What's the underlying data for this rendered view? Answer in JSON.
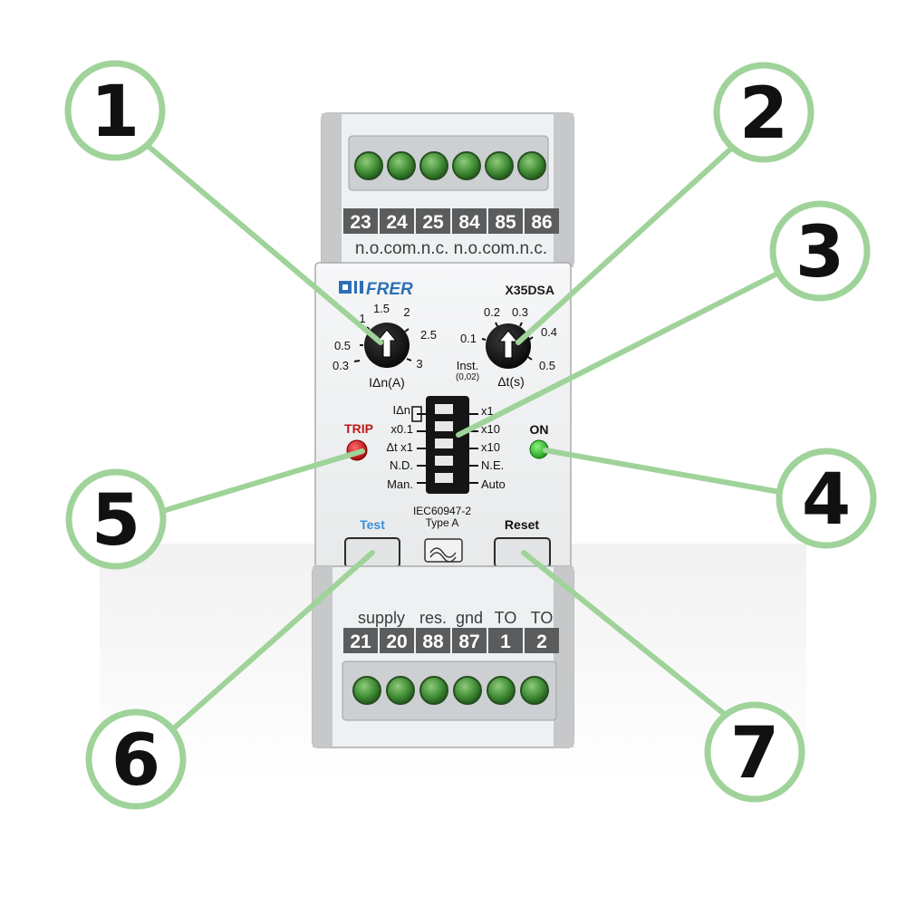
{
  "device": {
    "brand": "FRER",
    "model": "X35DSA",
    "top_terminals": [
      "23",
      "24",
      "25",
      "84",
      "85",
      "86"
    ],
    "top_terminal_labels": "n.o.com.n.c. n.o.com.n.c.",
    "bottom_terminal_labels": [
      "supply",
      "res.",
      "gnd",
      "TO",
      "TO"
    ],
    "bottom_terminals": [
      "21",
      "20",
      "88",
      "87",
      "1",
      "2"
    ],
    "current_dial": {
      "scale": [
        "1",
        "1.5",
        "2",
        "2.5",
        "3",
        "0.3",
        "0.5"
      ],
      "label": "IΔn(A)"
    },
    "time_dial": {
      "scale": [
        "0.2",
        "0.3",
        "0.4",
        "0.5",
        "0.1",
        "Inst.",
        "(0,02)"
      ],
      "label": "Δt(s)"
    },
    "dip_left": [
      "IΔn",
      "x0.1",
      "Δt x1",
      "N.D.",
      "Man."
    ],
    "dip_right": [
      "x1",
      "x10",
      "x10",
      "N.E.",
      "Auto"
    ],
    "trip_label": "TRIP",
    "on_label": "ON",
    "standard": "IEC60947-2",
    "type": "Type A",
    "test_label": "Test",
    "reset_label": "Reset"
  },
  "callouts": [
    "1",
    "2",
    "3",
    "4",
    "5",
    "6",
    "7"
  ],
  "colors": {
    "callout_green": "#9fd39a",
    "trip_led": "#e02020",
    "on_led": "#22c01c",
    "brand_blue": "#2d6fb5",
    "test_blue": "#3a8fd8"
  }
}
